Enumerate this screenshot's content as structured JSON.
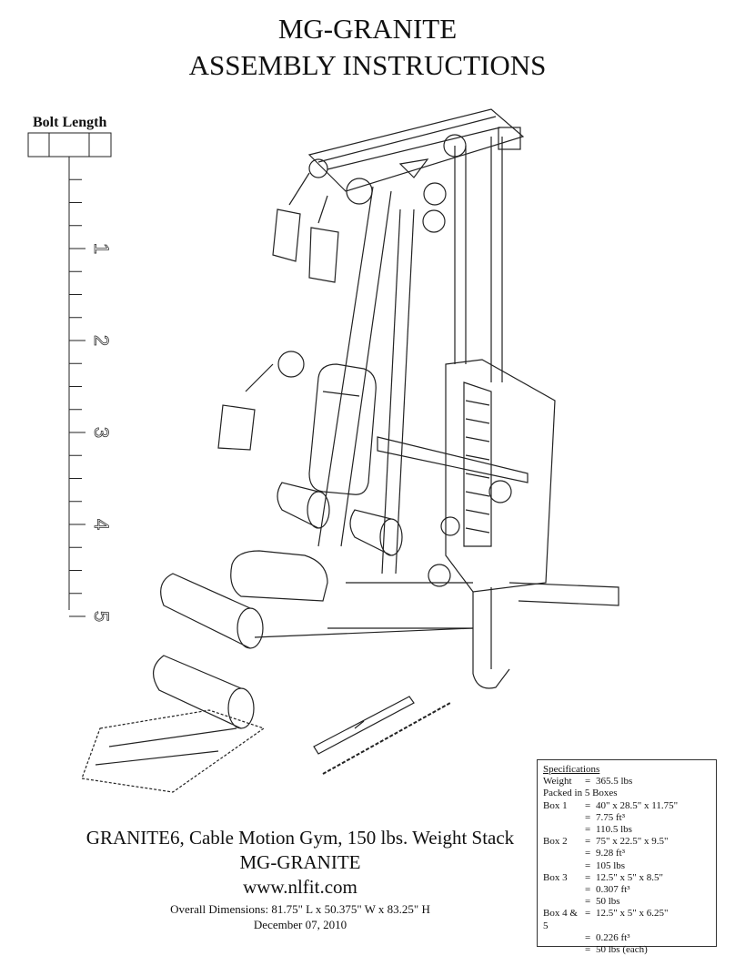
{
  "title": {
    "line1": "MG-GRANITE",
    "line2": "ASSEMBLY INSTRUCTIONS"
  },
  "ruler": {
    "label": "Bolt Length",
    "numbers": [
      "1",
      "2",
      "3",
      "4",
      "5"
    ]
  },
  "caption": {
    "line1": "GRANITE6, Cable Motion Gym, 150 lbs. Weight Stack",
    "line2": "MG-GRANITE",
    "line3": "www.nlfit.com",
    "line4": "Overall Dimensions:  81.75\" L x 50.375\" W x 83.25\" H",
    "line5": "December 07, 2010"
  },
  "specs": {
    "heading": "Specifications",
    "weight_label": "Weight",
    "weight_value": "365.5 lbs",
    "packed": "Packed in 5 Boxes",
    "boxes": [
      {
        "label": "Box 1",
        "dims": "40\" x 28.5\" x 11.75\"",
        "volume": "7.75 ft³",
        "weight": "110.5 lbs"
      },
      {
        "label": "Box 2",
        "dims": "75\" x 22.5\" x 9.5\"",
        "volume": "9.28 ft³",
        "weight": "105 lbs"
      },
      {
        "label": "Box 3",
        "dims": "12.5\" x 5\" x 8.5\"",
        "volume": "0.307 ft³",
        "weight": "50 lbs"
      },
      {
        "label": "Box 4 & 5",
        "dims": "12.5\" x 5\" x 6.25\"",
        "volume": "0.226 ft³",
        "weight": "50 lbs (each)"
      }
    ]
  }
}
